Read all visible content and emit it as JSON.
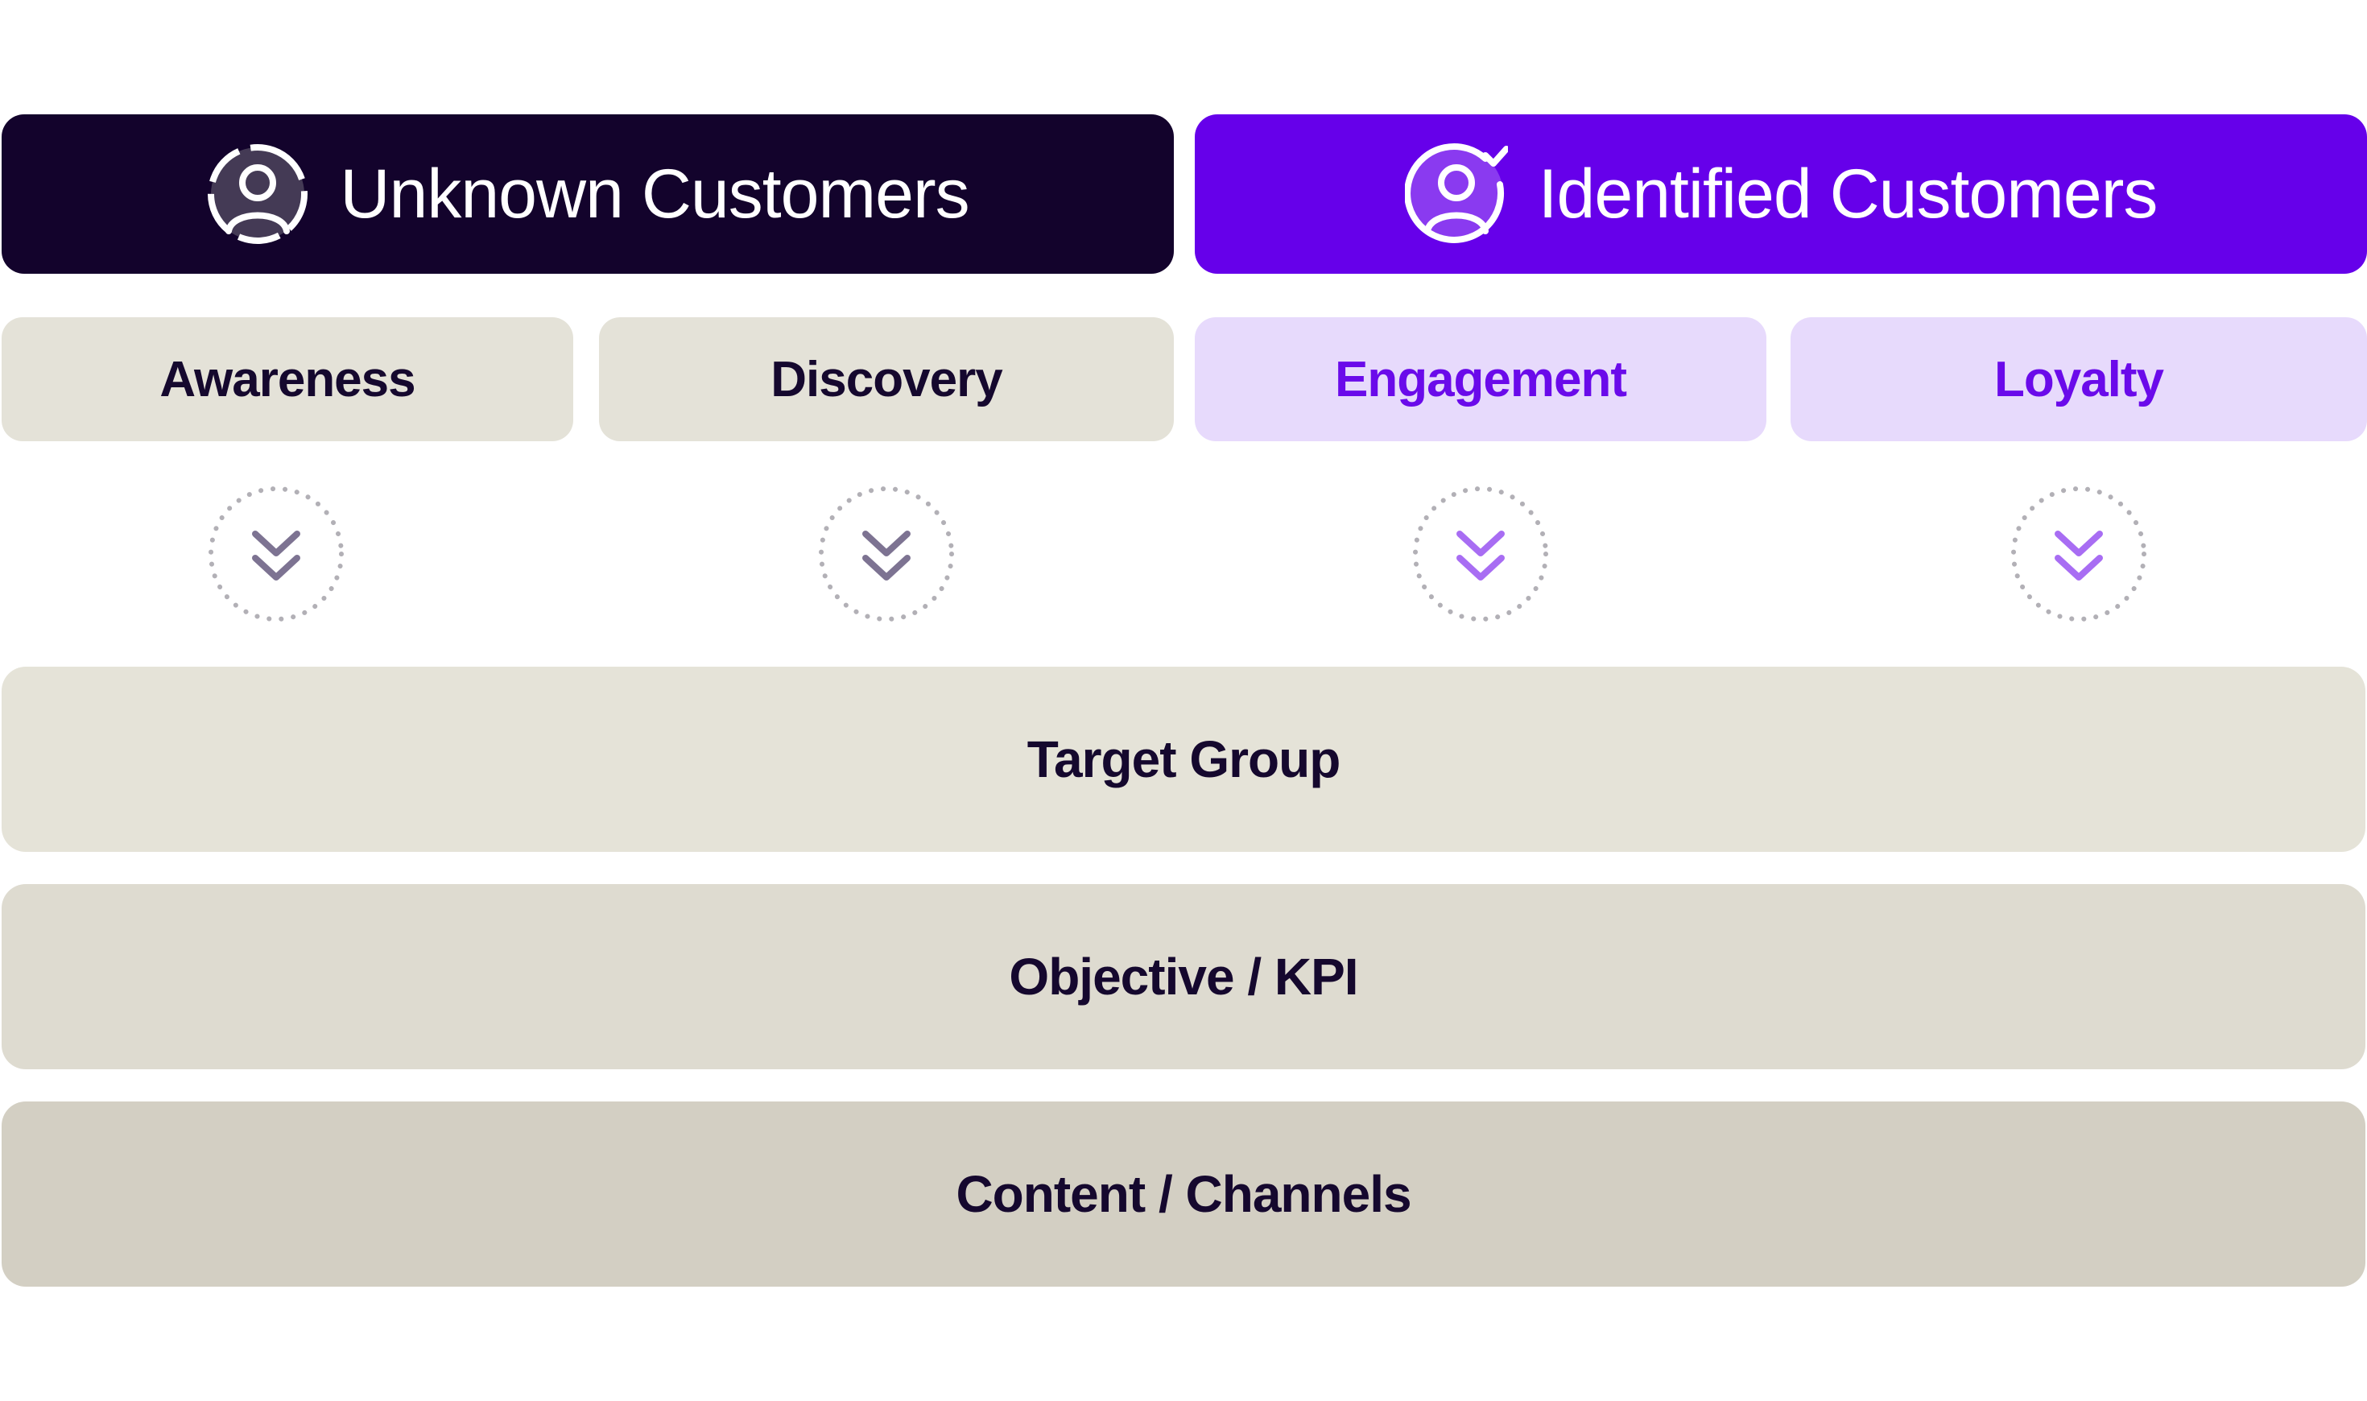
{
  "headers": {
    "unknown": {
      "label": "Unknown Customers",
      "icon": "user-dashed-circle-icon",
      "bg": "#13032c"
    },
    "identified": {
      "label": "Identified Customers",
      "icon": "user-check-circle-icon",
      "bg": "#6600ea"
    }
  },
  "stages": [
    {
      "label": "Awareness",
      "group": "unknown"
    },
    {
      "label": "Discovery",
      "group": "unknown"
    },
    {
      "label": "Engagement",
      "group": "identified"
    },
    {
      "label": "Loyalty",
      "group": "identified"
    }
  ],
  "layers": [
    {
      "label": "Target Group"
    },
    {
      "label": "Objective / KPI"
    },
    {
      "label": "Content / Channels"
    }
  ],
  "colors": {
    "unknown_stage_bg": "#e4e2d8",
    "unknown_stage_text": "#15082e",
    "identified_stage_bg": "#e7dafc",
    "identified_stage_text": "#6a0aea",
    "unknown_arrow": "#7d7392",
    "identified_arrow": "#a86df3",
    "dotted_circle": "#b2b0b6",
    "layer_1_bg": "#e5e3d8",
    "layer_2_bg": "#dedbd0",
    "layer_3_bg": "#d3cfc3"
  }
}
